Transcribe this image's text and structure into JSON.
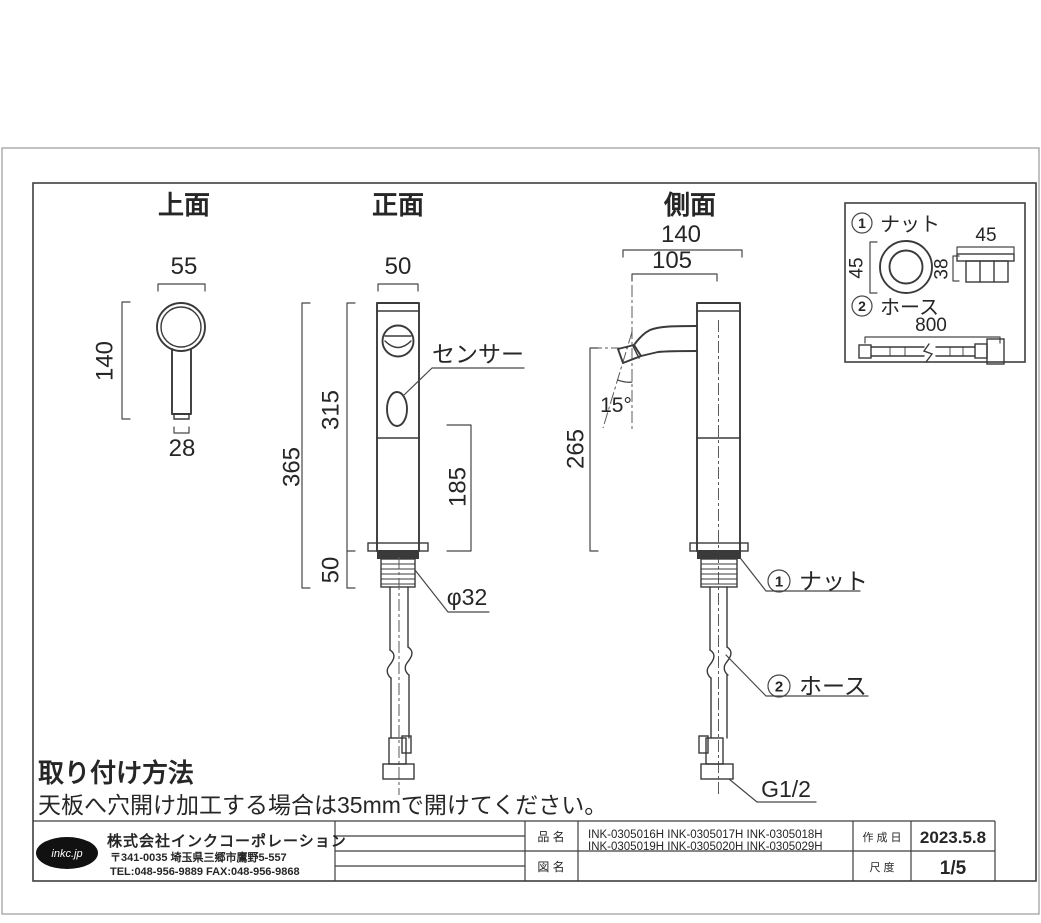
{
  "colors": {
    "background": "#ffffff",
    "line": "#3a3a3a",
    "text": "#262626",
    "logo_bg": "#111111",
    "logo_text": "#ffffff"
  },
  "views": {
    "top": {
      "label": "上面",
      "dim_head_width": "55",
      "dim_length": "140",
      "dim_stem_width": "28"
    },
    "front": {
      "label": "正面",
      "dim_body_width": "50",
      "dim_total_height": "365",
      "dim_above_counter": "315",
      "dim_sensor_height": "185",
      "dim_below_counter": "50",
      "dim_shank_diameter": "φ32",
      "sensor_callout": "センサー"
    },
    "side": {
      "label": "側面",
      "dim_total_depth": "140",
      "dim_spout_reach": "105",
      "dim_spout_angle": "15°",
      "dim_outlet_height": "265",
      "callout_nut_number": "1",
      "callout_nut": "ナット",
      "callout_hose_number": "2",
      "callout_hose": "ホース",
      "callout_thread": "G1/2"
    },
    "detail": {
      "nut_number": "1",
      "nut_label": "ナット",
      "nut_outer_diameter": "45",
      "nut_width": "45",
      "nut_height": "38",
      "hose_number": "2",
      "hose_label": "ホース",
      "hose_length": "800"
    }
  },
  "instructions": {
    "heading": "取り付け方法",
    "body": "天板へ穴開け加工する場合は35mmで開けてください。"
  },
  "title_block": {
    "logo_text": "inkc.jp",
    "company_name": "株式会社インクコーポレーション",
    "company_address": "〒341-0035 埼玉県三郷市鷹野5-557",
    "company_contact": "TEL:048-956-9889  FAX:048-956-9868",
    "part_name_label": "品 名",
    "part_numbers_line1": "INK-0305016H  INK-0305017H  INK-0305018H",
    "part_numbers_line2": "INK-0305019H  INK-0305020H  INK-0305029H",
    "drawing_name_label": "図 名",
    "drawing_name": "",
    "created_date_label": "作 成 日",
    "created_date": "2023.5.8",
    "scale_label": "尺 度",
    "scale": "1/5"
  }
}
